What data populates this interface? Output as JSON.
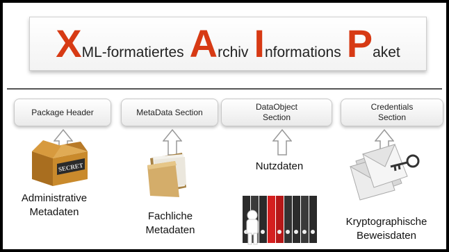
{
  "title": {
    "letters": [
      "X",
      "A",
      "I",
      "P"
    ],
    "rests": [
      "ML-formatiertes",
      "rchiv",
      "nformations",
      "aket"
    ]
  },
  "sections": [
    {
      "label": "Package Header"
    },
    {
      "label": "MetaData Section"
    },
    {
      "label_line1": "DataObject",
      "label_line2": "Section"
    },
    {
      "label_line1": "Credentials",
      "label_line2": "Section"
    }
  ],
  "labels": {
    "administrative": [
      "Administrative",
      "Metadaten"
    ],
    "fachliche": [
      "Fachliche",
      "Metadaten"
    ],
    "nutzdaten": "Nutzdaten",
    "kryptographische": [
      "Kryptographische",
      "Beweisdaten"
    ]
  },
  "images": {
    "box": "secret-box-icon",
    "box_stamp": "SECRET",
    "folder": "folder-icon",
    "binders": "binders-icon",
    "envelopes": "envelopes-key-icon"
  },
  "colors": {
    "accent": "#d73a14"
  }
}
